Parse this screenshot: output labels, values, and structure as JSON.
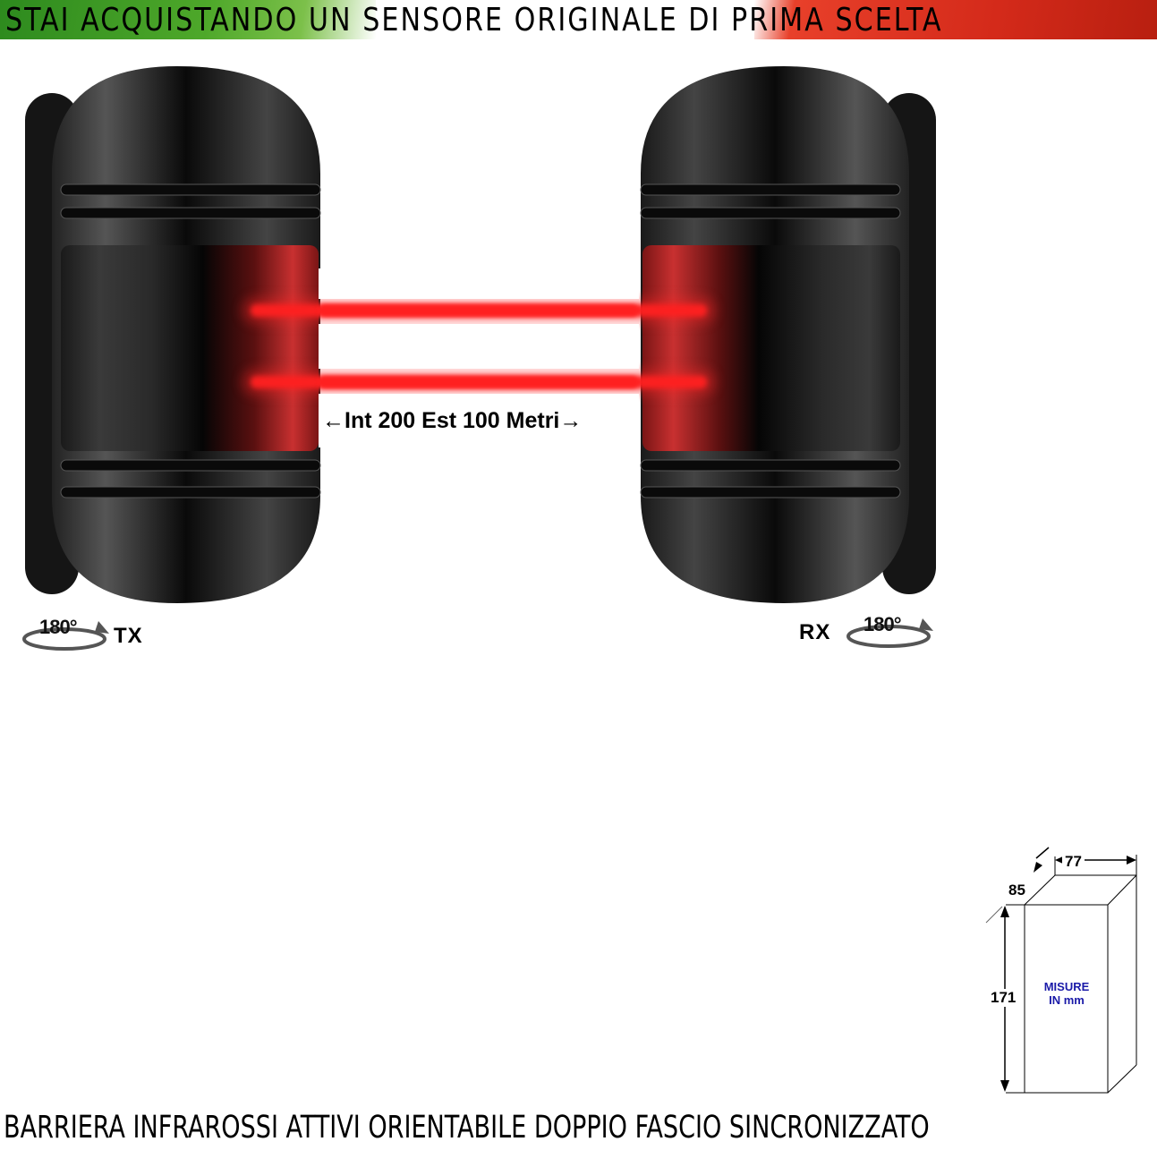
{
  "banner": {
    "text": "STAI ACQUISTANDO UN SENSORE ORIGINALE DI PRIMA SCELTA",
    "colors": {
      "green": "#3d9a22",
      "white": "#ffffff",
      "red": "#d42a1a"
    }
  },
  "sensors": [
    {
      "id": "tx",
      "label": "TX",
      "rotation": "180°",
      "icon": "rotate-arrow-icon"
    },
    {
      "id": "rx",
      "label": "RX",
      "rotation": "180°",
      "icon": "rotate-arrow-icon"
    }
  ],
  "beams": {
    "count": 2,
    "color": "#ff2020"
  },
  "distance": {
    "text": "Int 200 Est 100 Metri",
    "left_arrow": "←",
    "right_arrow": "→"
  },
  "dimensions": {
    "width": "77",
    "depth": "85",
    "height": "171",
    "note_line1": "MISURE",
    "note_line2": "IN mm",
    "note_color": "#1a1aa8"
  },
  "footer": {
    "text": "BARRIERA INFRAROSSI ATTIVI ORIENTABILE DOPPIO FASCIO SINCRONIZZATO"
  }
}
